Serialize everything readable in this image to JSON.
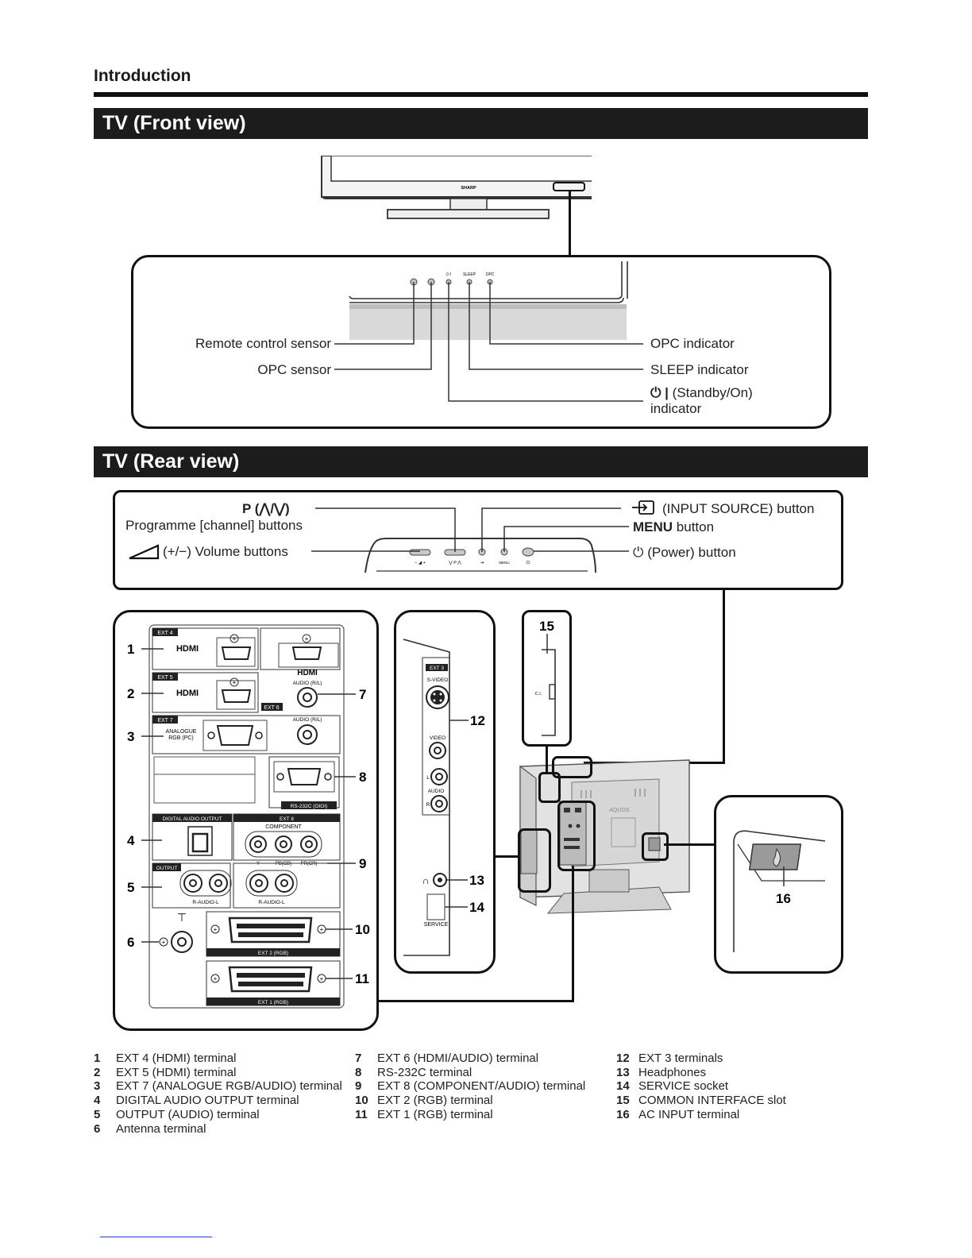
{
  "header": {
    "section_title": "Introduction"
  },
  "front_view": {
    "banner": "TV (Front view)",
    "tv_brand": "SHARP",
    "panel_labels": {
      "power": "⏻ I",
      "sleep": "SLEEP",
      "opc": "OPC"
    },
    "callouts": {
      "remote_sensor": "Remote control sensor",
      "opc_sensor": "OPC sensor",
      "opc_indicator": "OPC indicator",
      "sleep_indicator": "SLEEP indicator",
      "standby_line1": "(Standby/On)",
      "standby_line2": "indicator"
    }
  },
  "rear_view": {
    "banner": "TV (Rear view)",
    "controls": {
      "programme_p": "P (⋀/⋁)",
      "programme_text": "Programme [channel] buttons",
      "volume_text": "(+/−)  Volume buttons",
      "input_source": "(INPUT SOURCE) button",
      "menu_bold": "MENU",
      "menu_rest": "button",
      "power": "(Power) button",
      "panel_marks": {
        "vol": "− ◢ +",
        "prog": "⋁ P ⋀",
        "input": "⇥",
        "menu": "MENU",
        "power": "⏻"
      }
    },
    "panel_labels": {
      "ext4": "EXT 4",
      "ext5": "EXT 5",
      "ext6": "EXT 6",
      "ext7": "EXT 7",
      "hdmi": "HDMI",
      "audio_rl": "AUDIO (R/L)",
      "analogue": "ANALOGUE",
      "rgb_pc": "RGB (PC)",
      "rs232c": "RS-232C (OIOI)",
      "digital_audio_output": "DIGITAL AUDIO OUTPUT",
      "ext8": "EXT 8",
      "component": "COMPONENT",
      "comp_y": "Y",
      "comp_pb": "PB(CB)",
      "comp_pr": "PR(CR)",
      "output": "OUTPUT",
      "r_audio_l": "R-AUDIO-L",
      "ext2": "EXT 2 (RGB)",
      "ext1": "EXT 1 (RGB)",
      "ext3": "EXT 3",
      "svideo": "S-VIDEO",
      "video": "VIDEO",
      "audio": "AUDIO",
      "l": "L",
      "r": "R",
      "service": "SERVICE",
      "ci": "C.I.",
      "aquos": "AQUOS"
    },
    "numbers": [
      "1",
      "2",
      "3",
      "4",
      "5",
      "6",
      "7",
      "8",
      "9",
      "10",
      "11",
      "12",
      "13",
      "14",
      "15",
      "16"
    ]
  },
  "legend": [
    [
      {
        "n": "1",
        "t": "EXT 4 (HDMI) terminal"
      },
      {
        "n": "2",
        "t": "EXT 5 (HDMI) terminal"
      },
      {
        "n": "3",
        "t": "EXT 7 (ANALOGUE RGB/AUDIO) terminal"
      },
      {
        "n": "4",
        "t": "DIGITAL AUDIO OUTPUT terminal"
      },
      {
        "n": "5",
        "t": "OUTPUT (AUDIO) terminal"
      },
      {
        "n": "6",
        "t": "Antenna terminal"
      }
    ],
    [
      {
        "n": "7",
        "t": "EXT 6 (HDMI/AUDIO) terminal"
      },
      {
        "n": "8",
        "t": "RS-232C terminal"
      },
      {
        "n": "9",
        "t": "EXT 8 (COMPONENT/AUDIO) terminal"
      },
      {
        "n": "10",
        "t": "EXT 2 (RGB) terminal"
      },
      {
        "n": "11",
        "t": "EXT 1 (RGB) terminal"
      }
    ],
    [
      {
        "n": "12",
        "t": "EXT 3 terminals"
      },
      {
        "n": "13",
        "t": "Headphones"
      },
      {
        "n": "14",
        "t": "SERVICE socket"
      },
      {
        "n": "15",
        "t": "COMMON INTERFACE slot"
      },
      {
        "n": "16",
        "t": "AC INPUT terminal"
      }
    ]
  ]
}
